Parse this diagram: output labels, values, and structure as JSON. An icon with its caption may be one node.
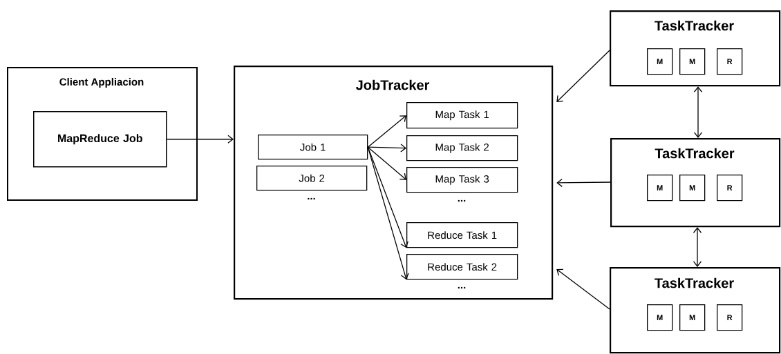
{
  "diagram": {
    "nodes": [
      {
        "text": [
          "Client Appliacion"
        ]
      },
      {
        "text": [
          "MapReduce Job"
        ],
        "in": 0
      },
      {
        "text": [
          "JobTracker"
        ]
      },
      {
        "text": [
          "Job 1"
        ],
        "in": 2
      },
      {
        "text": [
          "Job 2"
        ],
        "in": 2,
        "beside": [
          "..."
        ]
      },
      {
        "text": [
          "Map Task 1"
        ],
        "in": 2
      },
      {
        "text": [
          "Map Task 2"
        ],
        "in": 2
      },
      {
        "text": [
          "Map Task 3"
        ],
        "in": 2,
        "beside": [
          "..."
        ]
      },
      {
        "text": [
          "Reduce Task 1"
        ],
        "in": 2
      },
      {
        "text": [
          "Reduce Task 2"
        ],
        "in": 2,
        "beside": [
          "..."
        ]
      },
      {
        "text": [
          "TaskTracker"
        ]
      },
      {
        "text": [
          "M"
        ],
        "in": 10
      },
      {
        "text": [
          "M"
        ],
        "in": 10
      },
      {
        "text": [
          "R"
        ],
        "in": 10
      },
      {
        "text": [
          "TaskTracker"
        ]
      },
      {
        "text": [
          "M"
        ],
        "in": 14
      },
      {
        "text": [
          "M"
        ],
        "in": 14
      },
      {
        "text": [
          "R"
        ],
        "in": 14
      },
      {
        "text": [
          "TaskTracker"
        ]
      },
      {
        "text": [
          "M"
        ],
        "in": 18
      },
      {
        "text": [
          "M"
        ],
        "in": 18
      },
      {
        "text": [
          "R"
        ],
        "in": 18
      }
    ],
    "edges": [
      {
        "from": 1,
        "to": 2,
        "arrow": "to"
      },
      {
        "from": 3,
        "to": 5,
        "arrow": "to"
      },
      {
        "from": 3,
        "to": 6,
        "arrow": "to"
      },
      {
        "from": 3,
        "to": 7,
        "arrow": "to"
      },
      {
        "from": 3,
        "to": 8,
        "arrow": "to"
      },
      {
        "from": 3,
        "to": 9,
        "arrow": "to"
      },
      {
        "from": 10,
        "to": 2,
        "arrow": "to"
      },
      {
        "from": 14,
        "to": 2,
        "arrow": "to"
      },
      {
        "from": 18,
        "to": 2,
        "arrow": "to"
      },
      {
        "from": 10,
        "to": 14,
        "arrow": "both"
      },
      {
        "from": 14,
        "to": 18,
        "arrow": "both"
      }
    ]
  }
}
